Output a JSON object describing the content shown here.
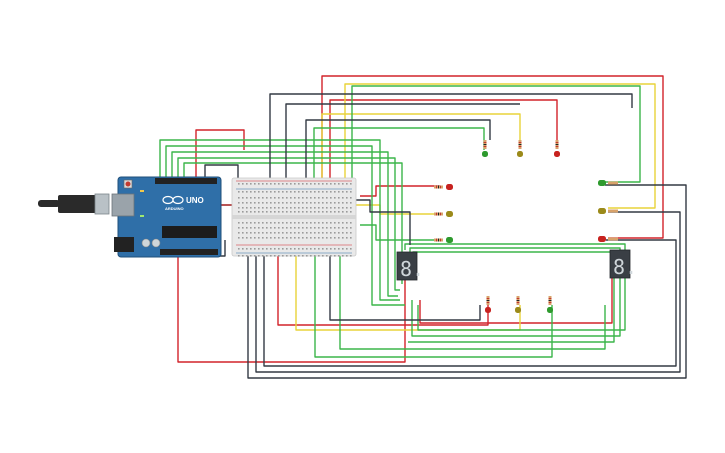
{
  "board": {
    "model_label": "UNO",
    "brand_label": "ARDUINO",
    "colors": {
      "pcb": "#2f6fa8",
      "pcb_dark": "#1f4f7a",
      "header": "#222222",
      "usb": "#9aa3aa",
      "jack": "#222222"
    }
  },
  "displays": [
    {
      "id": "display-left",
      "digit": "8."
    },
    {
      "id": "display-right",
      "digit": "8."
    }
  ],
  "leds": {
    "top_group": [
      "green",
      "olive",
      "red"
    ],
    "middle_group": [
      "red",
      "olive",
      "green"
    ],
    "bottom_group": [
      "red",
      "olive",
      "green"
    ],
    "right_group": [
      "green",
      "olive",
      "red"
    ]
  },
  "wire_colors": {
    "green": "#3bb54a",
    "black": "#333a44",
    "red": "#d2232a",
    "yellow": "#e8d33a",
    "dark_red": "#a21b1b"
  },
  "led_colors": {
    "red": "#c7221f",
    "olive": "#9b8a1a",
    "green": "#2e9a2e"
  }
}
